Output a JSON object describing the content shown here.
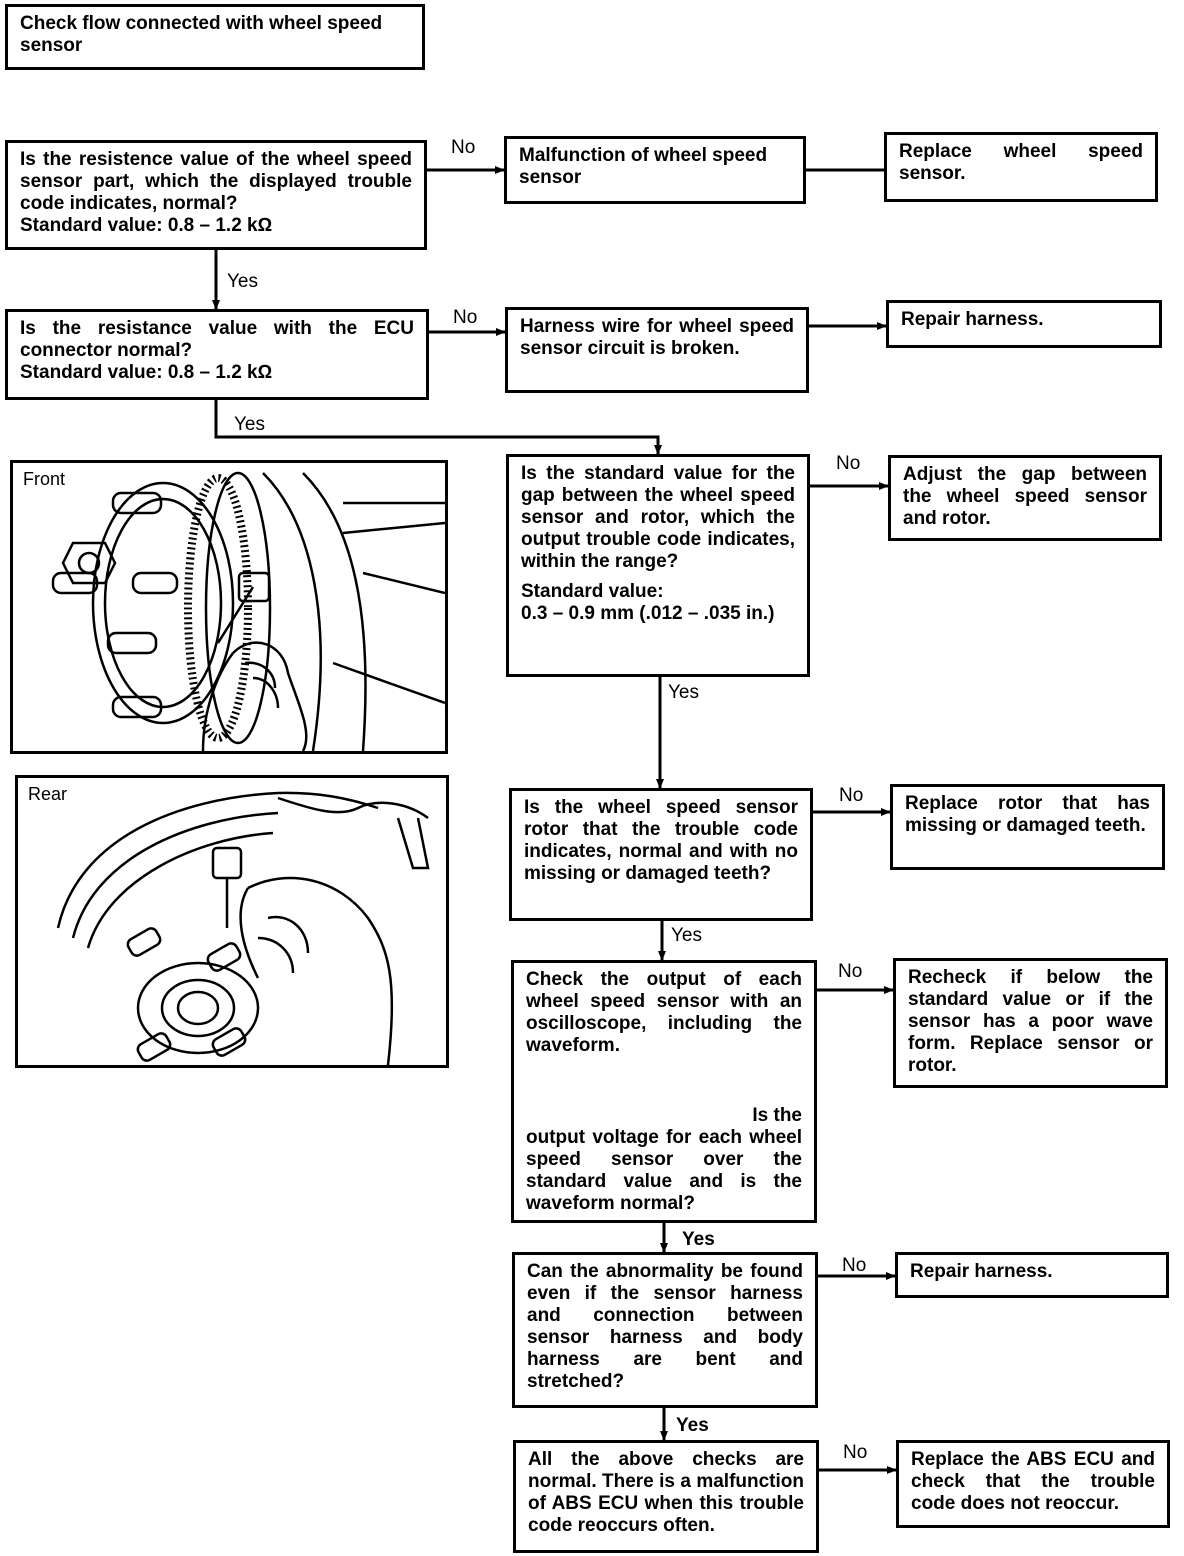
{
  "header": {
    "title": "Check flow connected with wheel speed sensor"
  },
  "steps": {
    "q1": {
      "text": "Is the resistence value of the wheel speed sensor part, which the displayed trouble code indicates, normal?",
      "standard": "Standard value: 0.8 – 1.2 kΩ"
    },
    "r1": {
      "text": "Malfunction of wheel speed sensor"
    },
    "a1": {
      "text": "Replace wheel speed sensor."
    },
    "q2": {
      "text": "Is the resistance value with the ECU connector normal?",
      "standard": "Standard value: 0.8 – 1.2 kΩ"
    },
    "r2": {
      "text": "Harness wire for wheel speed sensor circuit is broken."
    },
    "a2": {
      "text": "Repair harness."
    },
    "q3": {
      "text": "Is the standard value for the gap between the wheel speed sensor and rotor, which the output trouble code indicates, within the range?",
      "standard_label": "Standard value:",
      "standard_value": "0.3 – 0.9 mm (.012 – .035 in.)"
    },
    "a3": {
      "text": "Adjust the gap between the wheel speed sensor and rotor."
    },
    "q4": {
      "text": "Is the wheel speed sensor rotor that the trouble code indicates, normal and with no missing or damaged teeth?"
    },
    "a4": {
      "text": "Replace rotor that has missing or damaged teeth."
    },
    "q5": {
      "text": "Check the output of each wheel speed sensor with an oscilloscope, including the waveform.",
      "text2a": "Is the",
      "text2b": "output voltage for each wheel speed sensor over the standard value and is the waveform normal?"
    },
    "a5": {
      "text": "Recheck if below the standard value or if the sensor has a poor wave form. Replace sensor or rotor."
    },
    "q6": {
      "text": "Can the abnormality be found even if the sensor harness and connection between sensor harness and body harness are bent and stretched?"
    },
    "a6": {
      "text": "Repair harness."
    },
    "q7": {
      "text": "All the above checks are normal. There is a malfunction of ABS ECU when this trouble code reoccurs often."
    },
    "a7": {
      "text": "Replace the ABS ECU and check that the trouble code does not reoccur."
    }
  },
  "labels": {
    "no": "No",
    "yes": "Yes"
  },
  "illustrations": {
    "front": {
      "caption": "Front"
    },
    "rear": {
      "caption": "Rear"
    }
  }
}
